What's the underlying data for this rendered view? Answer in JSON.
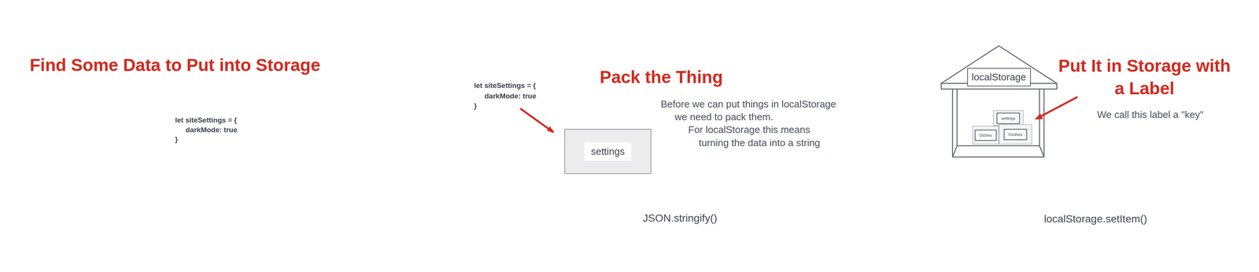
{
  "diagram": {
    "nodes": [
      {
        "text": [
          "settings"
        ]
      },
      {
        "text": [
          "localStorage"
        ]
      },
      {
        "text": [
          "settings"
        ],
        "in": 1
      },
      {
        "text": [
          "Dishes"
        ],
        "in": 1
      },
      {
        "text": [
          "Clothes"
        ],
        "in": 1
      }
    ],
    "labels": [
      "Find Some Data to Put into Storage",
      "let siteSettings = {",
      "darkMode: true",
      "}",
      "let siteSettings = {",
      "darkMode: true",
      "}",
      "Pack the Thing",
      "Before we can put things in localStorage",
      "we need to pack them.",
      "For localStorage this means",
      "turning the data into a string",
      "JSON.stringify()",
      "Put It in Storage with a Label",
      "We call this label a \"key\"",
      "localStorage.setItem()"
    ]
  }
}
